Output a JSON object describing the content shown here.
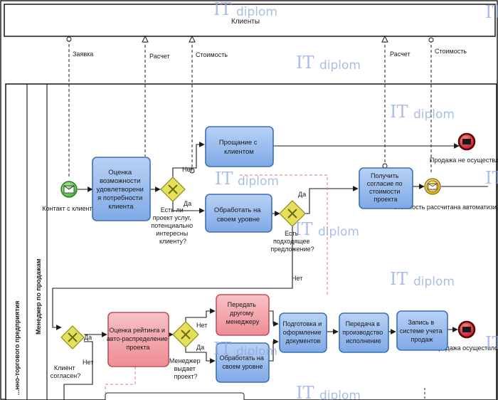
{
  "colors": {
    "task_blue": "#8fb6ec",
    "task_blue_stroke": "#3d6fb5",
    "task_pink": "#f2a3a8",
    "task_pink_stroke": "#c0505a",
    "gateway": "#e4e05a",
    "start_event": "#56c94a",
    "end_event": "#d8232f",
    "intermediate_event": "#f0c040",
    "watermark": "#8fa7df",
    "flow_line": "#1a1a1a",
    "dashed_red": "#e07080"
  },
  "pools": {
    "clients_label": "Клиенты",
    "company_label": "...нно-торгового предприятия",
    "lane_label": "Менеджер по продажам"
  },
  "messages": {
    "zayavka": "Заявка",
    "raschet_1": "Расчет",
    "stoimost_1": "Стоимость",
    "raschet_2": "Расчет",
    "stoimost_2": "Стоимость"
  },
  "events": {
    "start": "Контакт с клиентом",
    "end_not_done": "Продажа не осуществлена",
    "intermediate": "Стоимость рассчитана автоматизировано",
    "end_done": "Продажа осуществлена"
  },
  "tasks": {
    "assess_needs": [
      "Оценка",
      "возможности",
      "удовлетворени",
      "я потребности",
      "клиента"
    ],
    "farewell": [
      "Прощание с",
      "клиентом"
    ],
    "process_own": [
      "Обработать на",
      "своем уровне"
    ],
    "get_approval": [
      "Получить",
      "согласие по",
      "стоимости",
      "проекта"
    ],
    "rating": [
      "Оценка рейтинга и",
      "авто-распределение",
      "проекта"
    ],
    "hand_over": [
      "Передать",
      "другому",
      "менеджеру"
    ],
    "process_own_2": [
      "Обработать на",
      "своем уровне"
    ],
    "prepare_docs": [
      "Подготовка и",
      "оформление",
      "документов"
    ],
    "transfer_prod": [
      "Передача в",
      "производство",
      "исполнение"
    ],
    "record_system": [
      "Запись в",
      "системе учета",
      "продаж"
    ]
  },
  "gateways": {
    "g1": [
      "Есть ли",
      "проект услуг,",
      "потенциально",
      "интересны",
      "клиенту?"
    ],
    "g2": [
      "Есть",
      "подходящее",
      "предложение?"
    ],
    "g3": [
      "Клиент",
      "согласен?"
    ],
    "g4": [
      "Менеджер",
      "выдает",
      "проект?"
    ]
  },
  "flow_labels": {
    "g1_no": "Нет",
    "g1_yes": "Да",
    "g2_yes": "Да",
    "g2_no": "Нет",
    "g3_yes": "Да",
    "g3_no": "Нет",
    "g4_no": "Нет",
    "g4_yes": "Да"
  },
  "watermark": {
    "it": "IT",
    "diplom": "diplom"
  }
}
